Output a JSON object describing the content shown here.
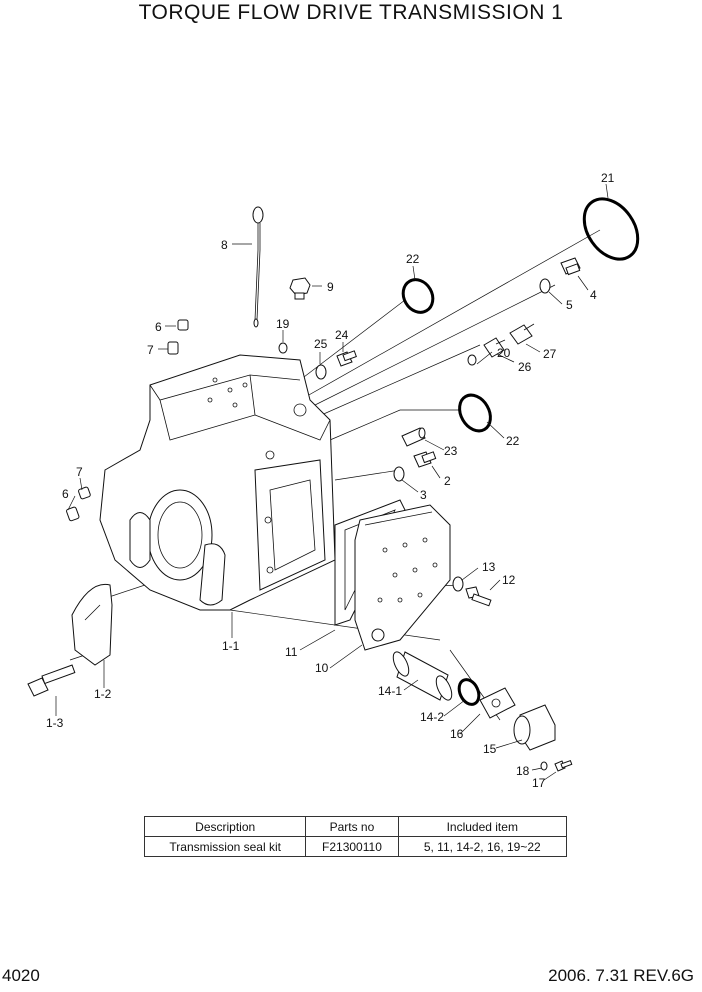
{
  "title": "TORQUE FLOW DRIVE TRANSMISSION 1",
  "callouts": [
    "21",
    "8",
    "22",
    "9",
    "4",
    "5",
    "19",
    "24",
    "6",
    "25",
    "27",
    "7",
    "26",
    "20",
    "22",
    "23",
    "2",
    "7",
    "3",
    "6",
    "13",
    "12",
    "1-1",
    "11",
    "10",
    "14-1",
    "14-2",
    "16",
    "15",
    "1-2",
    "1-3",
    "18",
    "17"
  ],
  "table": {
    "headers": [
      "Description",
      "Parts no",
      "Included item"
    ],
    "row": [
      "Transmission seal kit",
      "F21300110",
      "5, 11, 14-2, 16, 19~22"
    ]
  },
  "footer": {
    "page": "4020",
    "revision": "2006. 7.31 REV.6G"
  }
}
